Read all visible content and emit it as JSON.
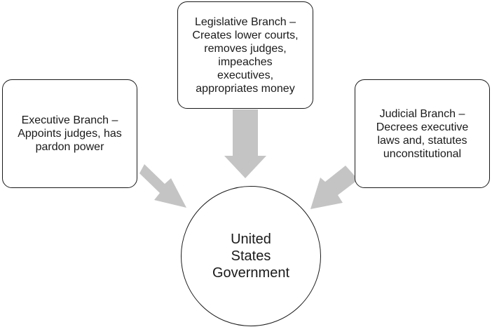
{
  "diagram": {
    "center": {
      "label": "United\nStates\nGovernment"
    },
    "branches": [
      {
        "id": "executive",
        "label": "Executive Branch –\nAppoints judges, has\npardon power"
      },
      {
        "id": "legislative",
        "label": "Legislative Branch –\nCreates lower courts,\nremoves judges,\nimpeaches\nexecutives,\nappropriates money"
      },
      {
        "id": "judicial",
        "label": "Judicial Branch –\nDecrees executive\nlaws and, statutes\nunconstitutional"
      }
    ],
    "colors": {
      "arrow": "#c4c4c4",
      "border": "#1a1a1a",
      "background": "#ffffff"
    }
  }
}
